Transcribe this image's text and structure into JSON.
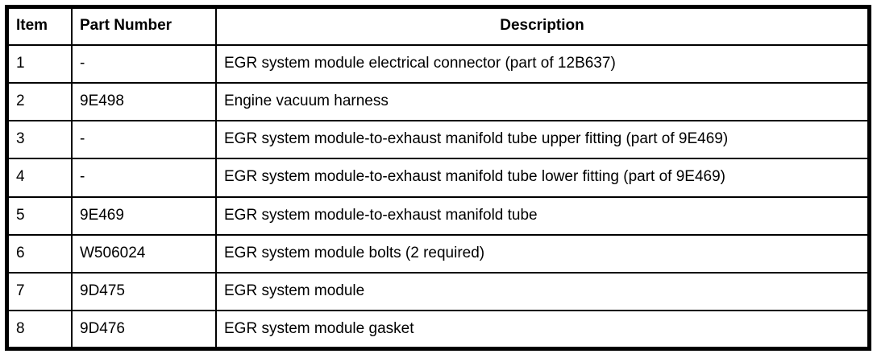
{
  "table": {
    "columns": [
      {
        "key": "item",
        "label": "Item"
      },
      {
        "key": "part_number",
        "label": "Part Number"
      },
      {
        "key": "description",
        "label": "Description"
      }
    ],
    "rows": [
      {
        "item": "1",
        "part_number": "-",
        "description": "EGR system module electrical connector (part of 12B637)"
      },
      {
        "item": "2",
        "part_number": "9E498",
        "description": "Engine vacuum harness"
      },
      {
        "item": "3",
        "part_number": "-",
        "description": "EGR system module-to-exhaust manifold tube upper fitting (part of 9E469)"
      },
      {
        "item": "4",
        "part_number": "-",
        "description": "EGR system module-to-exhaust manifold tube lower fitting (part of 9E469)"
      },
      {
        "item": "5",
        "part_number": "9E469",
        "description": "EGR system module-to-exhaust manifold tube"
      },
      {
        "item": "6",
        "part_number": "W506024",
        "description": "EGR system module bolts (2 required)"
      },
      {
        "item": "7",
        "part_number": "9D475",
        "description": "EGR system module"
      },
      {
        "item": "8",
        "part_number": "9D476",
        "description": "EGR system module gasket"
      }
    ],
    "colors": {
      "border": "#000000",
      "text": "#000000",
      "background": "#ffffff"
    }
  }
}
